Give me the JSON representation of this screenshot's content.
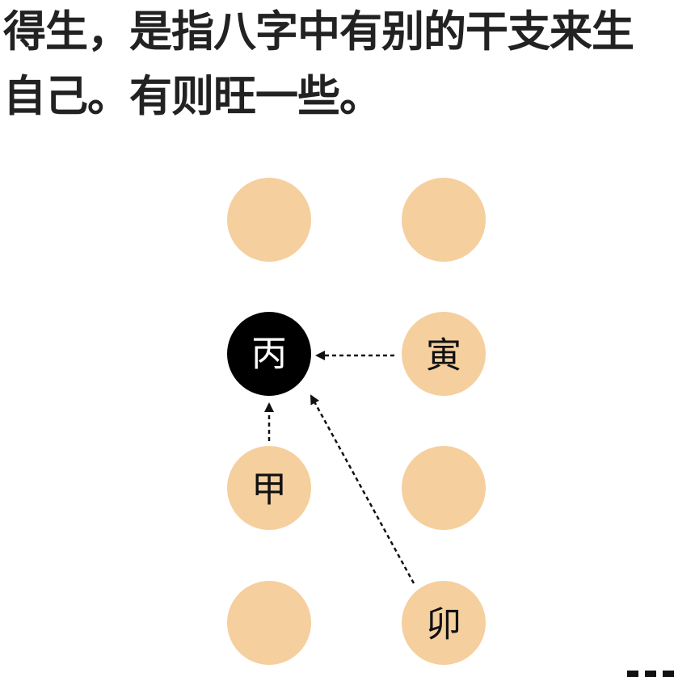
{
  "text": {
    "line1": "得生，是指八字中有别的干支来生",
    "line2": "自己。有则旺一些。"
  },
  "colors": {
    "node_fill": "#f6cf9e",
    "self_fill": "#000000",
    "self_text": "#ffffff",
    "node_text": "#111111",
    "arrow": "#111111"
  },
  "nodes": {
    "self": "丙",
    "day_branch": "寅",
    "month_stem": "甲",
    "month_branch": "卯"
  }
}
